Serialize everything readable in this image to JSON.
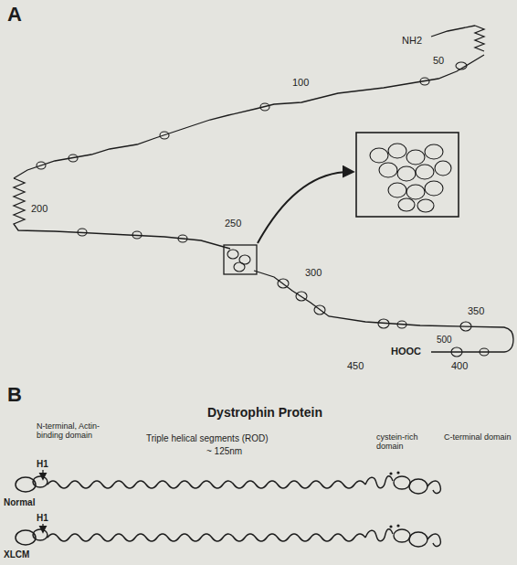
{
  "diagram": {
    "title": "Dystrophin Protein",
    "labels": [
      "A",
      "NH2",
      "50",
      "100",
      "200",
      "250",
      "300",
      "350",
      "HOOC",
      "500",
      "450",
      "400",
      "B",
      "N-terminal, Actin-binding domain",
      "Triple helical segments (ROD)",
      "~ 125nm",
      "cystein-rich domain",
      "C-terminal domain",
      "H1",
      "Normal",
      "H1",
      "XLCM"
    ]
  }
}
